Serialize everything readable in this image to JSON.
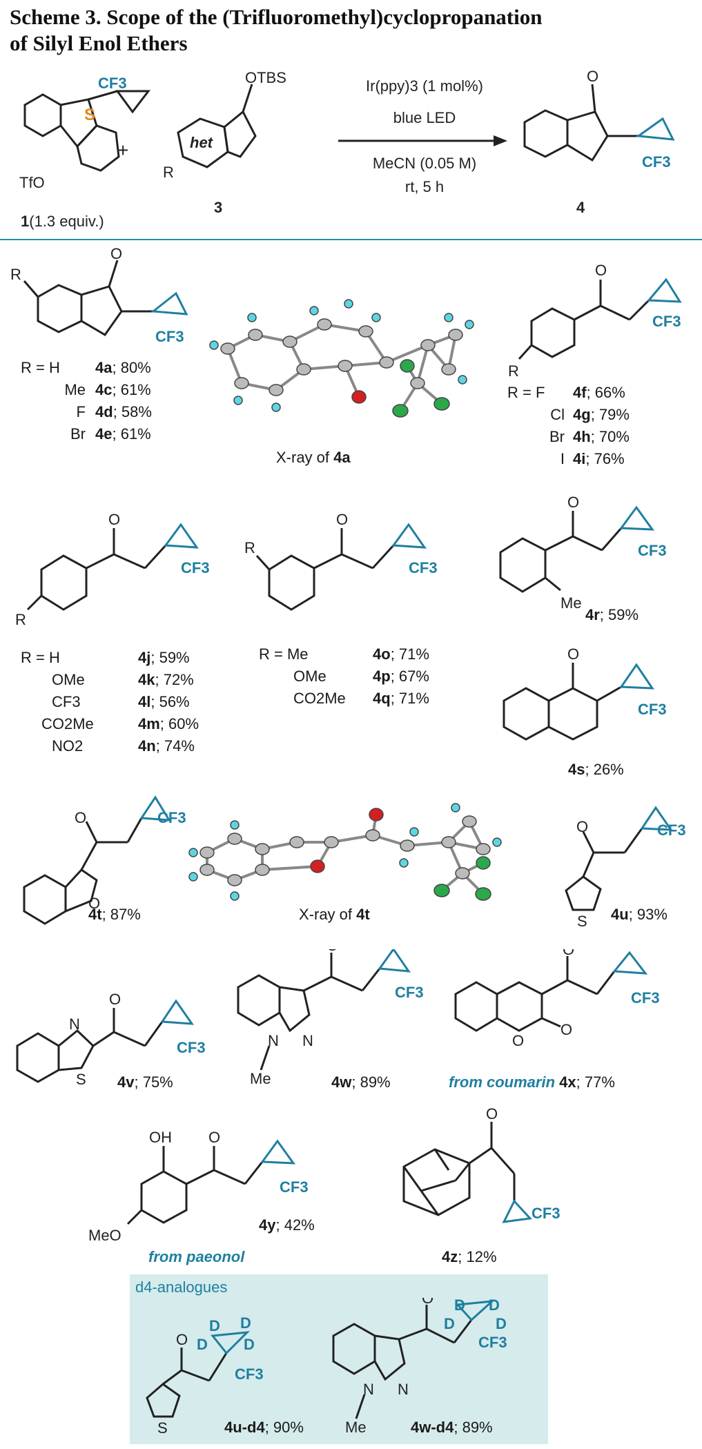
{
  "title_line1": "Scheme 3. Scope of the (Trifluoromethyl)cyclopropanation",
  "title_line2": "of Silyl Enol Ethers",
  "reaction": {
    "reagent_label_num": "1",
    "reagent_label_rest": "(1.3 equiv.)",
    "substrate_label": "3",
    "product_label": "4",
    "het": "het",
    "otbs": "OTBS",
    "tfo": "TfO",
    "cf3": "CF3",
    "s": "S",
    "r": "R",
    "plus": "+",
    "cond1": "Ir(ppy)3 (1 mol%)",
    "cond2": "blue LED",
    "cond3": "MeCN (0.05 M)",
    "cond4": "rt, 5 h"
  },
  "row1": {
    "indanone_list": [
      {
        "r": "R = H",
        "code": "4a",
        "yield": "; 80%"
      },
      {
        "r": "Me",
        "code": "4c",
        "yield": "; 61%"
      },
      {
        "r": "F",
        "code": "4d",
        "yield": "; 58%"
      },
      {
        "r": "Br",
        "code": "4e",
        "yield": "; 61%"
      }
    ],
    "xray_label_pre": "X-ray of ",
    "xray_label_code": "4a",
    "aryl_list": [
      {
        "r": "R = F",
        "code": "4f",
        "yield": "; 66%"
      },
      {
        "r": "Cl",
        "code": "4g",
        "yield": "; 79%"
      },
      {
        "r": "Br",
        "code": "4h",
        "yield": "; 70%"
      },
      {
        "r": "I",
        "code": "4i",
        "yield": "; 76%"
      }
    ]
  },
  "row2": {
    "para_list": [
      {
        "r": "R = H",
        "code": "4j",
        "yield": "; 59%"
      },
      {
        "r": "OMe",
        "code": "4k",
        "yield": "; 72%"
      },
      {
        "r": "CF3",
        "code": "4l",
        "yield": "; 56%"
      },
      {
        "r": "CO2Me",
        "code": "4m",
        "yield": "; 60%"
      },
      {
        "r": "NO2",
        "code": "4n",
        "yield": "; 74%"
      }
    ],
    "meta_list": [
      {
        "r": "R = Me",
        "code": "4o",
        "yield": "; 71%"
      },
      {
        "r": "OMe",
        "code": "4p",
        "yield": "; 67%"
      },
      {
        "r": "CO2Me",
        "code": "4q",
        "yield": "; 71%"
      }
    ],
    "ortho_me": "Me",
    "code_4r": "4r",
    "yield_4r": "; 59%",
    "code_4s": "4s",
    "yield_4s": "; 26%"
  },
  "row3": {
    "code_4t": "4t",
    "yield_4t": "; 87%",
    "xray_label_pre": "X-ray of ",
    "xray_label_code": "4t",
    "code_4u": "4u",
    "yield_4u": "; 93%"
  },
  "row4": {
    "code_4v": "4v",
    "yield_4v": "; 75%",
    "code_4w": "4w",
    "yield_4w": "; 89%",
    "from_coumarin": "from coumarin",
    "code_4x": "4x",
    "yield_4x": "; 77%"
  },
  "row5": {
    "oh": "OH",
    "meo": "MeO",
    "code_4y": "4y",
    "yield_4y": "; 42%",
    "from_paeonol": "from paeonol",
    "code_4z": "4z",
    "yield_4z": "; 12%"
  },
  "d4": {
    "heading": "d4-analogues",
    "code_4ud4": "4u-d4",
    "yield_4ud4": "; 90%",
    "code_4wd4": "4w-d4",
    "yield_4wd4": "; 89%"
  },
  "colors": {
    "accent": "#1f7fa0",
    "sulfur": "#e08a1e",
    "oxygen_atom": "#d42020",
    "fluorine_atom": "#2aa84a",
    "hydrogen_atom": "#5cd6e6",
    "rule": "#2b8fa6",
    "box_bg": "#d6ebec"
  }
}
